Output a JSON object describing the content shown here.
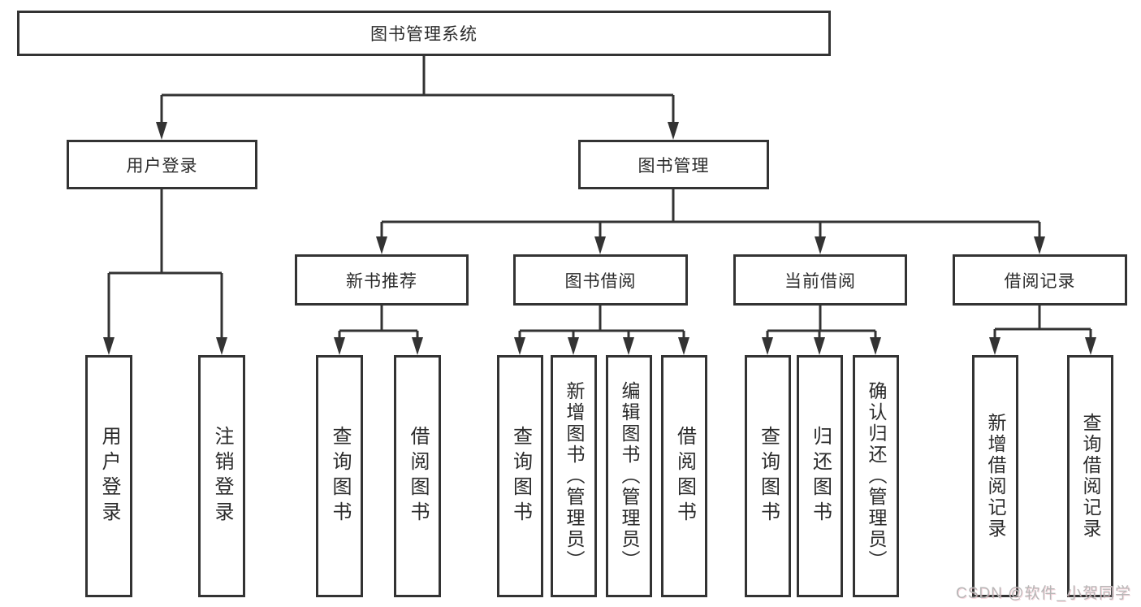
{
  "colors": {
    "line": "#333333",
    "border": "#333333",
    "text": "#2b2b2b",
    "bg": "#ffffff",
    "watermark": "#b7b7b7"
  },
  "diagram": {
    "root": {
      "label": "图书管理系统"
    },
    "level2": [
      {
        "label": "用户登录"
      },
      {
        "label": "图书管理"
      }
    ],
    "level3": [
      {
        "label": "新书推荐"
      },
      {
        "label": "图书借阅"
      },
      {
        "label": "当前借阅"
      },
      {
        "label": "借阅记录"
      }
    ],
    "leaves": {
      "user_login": [
        "用户登录",
        "注销登录"
      ],
      "new_book_recommend": [
        "查询图书",
        "借阅图书"
      ],
      "book_borrow": [
        "查询图书",
        "新增图书（管理员）",
        "编辑图书（管理员）",
        "借阅图书"
      ],
      "current_borrow": [
        "查询图书",
        "归还图书",
        "确认归还（管理员）"
      ],
      "borrow_records": [
        "新增借阅记录",
        "查询借阅记录"
      ]
    }
  },
  "watermark": {
    "text": "CSDN @软件_小贺同学"
  }
}
